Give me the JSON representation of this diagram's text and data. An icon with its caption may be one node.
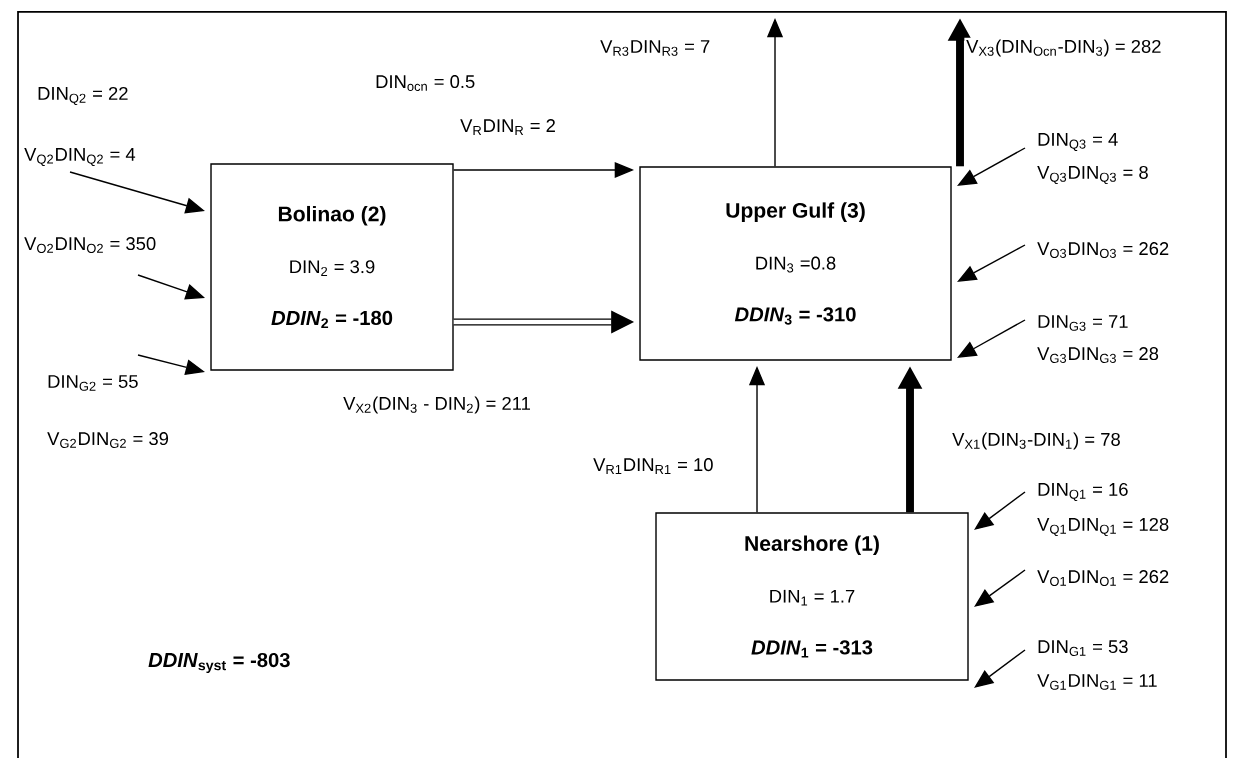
{
  "diagram": {
    "nodes": [
      {
        "text": [
          "Bolinao (2)",
          "DIN$_{2}$ = 3.9",
          "*DDIN*$_{2}$ = -180"
        ]
      },
      {
        "text": [
          "Upper Gulf (3)",
          "DIN$_{3}$ =0.8",
          "*DDIN*$_{3}$ = -310"
        ]
      },
      {
        "text": [
          "Nearshore (1)",
          "DIN$_{1}$ = 1.7",
          "*DDIN*$_{1}$ = -313"
        ]
      }
    ],
    "edges": [
      {
        "from": null,
        "to": 0,
        "arrow": "to",
        "label": "V$_{Q2}$DIN$_{Q2}$ = 4"
      },
      {
        "from": null,
        "to": 0,
        "arrow": "to",
        "label": "V$_{O2}$DIN$_{O2}$ = 350"
      },
      {
        "from": null,
        "to": 0,
        "arrow": "to",
        "label": "V$_{G2}$DIN$_{G2}$ = 39"
      },
      {
        "from": 0,
        "to": 1,
        "arrow": "to",
        "label": "V$_{R}$DIN$_{R}$ = 2"
      },
      {
        "from": 0,
        "to": 1,
        "arrow": "to",
        "label": "V$_{X2}$(DIN$_{3}$ - DIN$_{2}$) = 211",
        "style": "thick"
      },
      {
        "from": 1,
        "to": null,
        "arrow": "to",
        "label": "V$_{R3}$DIN$_{R3}$ = 7"
      },
      {
        "from": 1,
        "to": null,
        "arrow": "to",
        "label": "V$_{X3}$(DIN$_{Ocn}$-DIN$_{3}$) = 282",
        "style": "thick"
      },
      {
        "from": null,
        "to": 1,
        "arrow": "to",
        "label": "V$_{Q3}$DIN$_{Q3}$ = 8"
      },
      {
        "from": null,
        "to": 1,
        "arrow": "to",
        "label": "V$_{O3}$DIN$_{O3}$ = 262"
      },
      {
        "from": null,
        "to": 1,
        "arrow": "to",
        "label": "V$_{G3}$DIN$_{G3}$ = 28"
      },
      {
        "from": 2,
        "to": 1,
        "arrow": "to",
        "label": "V$_{R1}$DIN$_{R1}$ = 10"
      },
      {
        "from": 2,
        "to": 1,
        "arrow": "to",
        "label": "V$_{X1}$(DIN$_{3}$-DIN$_{1}$) = 78",
        "style": "thick"
      },
      {
        "from": null,
        "to": 2,
        "arrow": "to",
        "label": "V$_{Q1}$DIN$_{Q1}$ = 128"
      },
      {
        "from": null,
        "to": 2,
        "arrow": "to",
        "label": "V$_{O1}$DIN$_{O1}$ = 262"
      },
      {
        "from": null,
        "to": 2,
        "arrow": "to",
        "label": "V$_{G1}$DIN$_{G1}$ = 11"
      }
    ],
    "labels": [
      "DIN$_{ocn}$ = 0.5",
      "DIN$_{Q2}$ = 22",
      "DIN$_{Q3}$ = 4",
      "DIN$_{G3}$ = 71",
      "DIN$_{G2}$ = 55",
      "DIN$_{Q1}$ = 16",
      "DIN$_{G1}$ = 53",
      "*DDIN*$_{syst}$ = -803"
    ]
  }
}
